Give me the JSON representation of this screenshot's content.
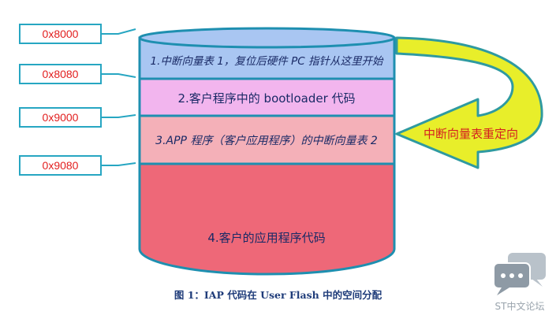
{
  "addresses": [
    {
      "label": "0x8000"
    },
    {
      "label": "0x8080"
    },
    {
      "label": "0x9000"
    },
    {
      "label": "0x9080"
    }
  ],
  "segments": [
    {
      "label": "1.中断向量表 1，复位后硬件 PC 指针从这里开始",
      "color": "#a9c6f2"
    },
    {
      "label": "2.客户程序中的 bootloader 代码",
      "color": "#f2b5ee"
    },
    {
      "label": "3.APP 程序（客户应用程序）的中断向量表 2",
      "color": "#f4b0b8"
    },
    {
      "label": "4.客户的应用程序代码",
      "color": "#ee6878"
    }
  ],
  "arrow": {
    "label": "中断向量表重定向",
    "fill": "#e8ee2a",
    "stroke": "#2f9aa0",
    "text_color": "#d42020"
  },
  "caption": "图 1：IAP 代码在 User Flash 中的空间分配",
  "watermark": {
    "text": "ST中文论坛"
  },
  "colors": {
    "outline": "#1e8fb0",
    "address_border": "#27a6c2",
    "address_text": "#e21e1e"
  }
}
